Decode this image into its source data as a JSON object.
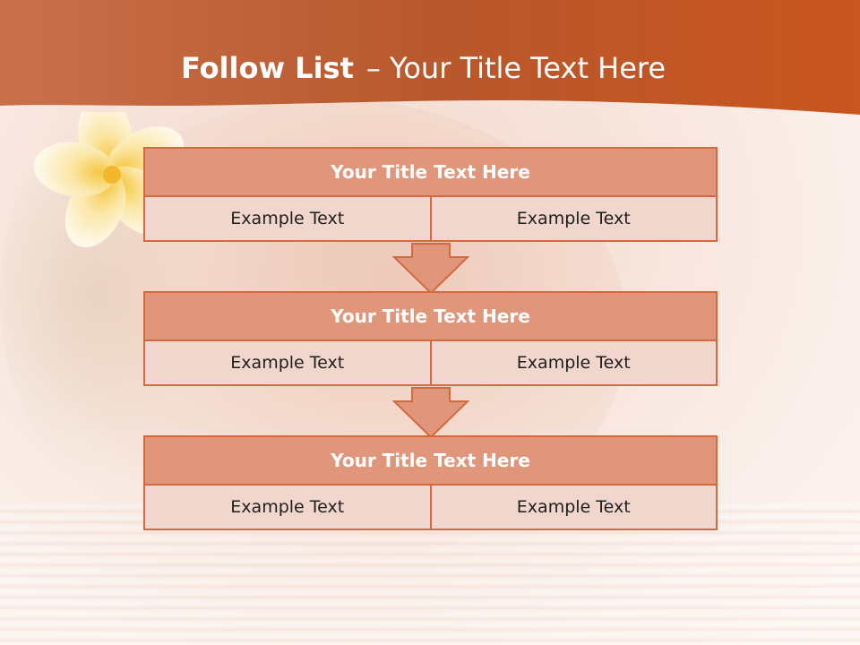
{
  "slide": {
    "title_bold": "Follow List",
    "title_rest": "– Your Title Text Here"
  },
  "blocks": [
    {
      "title": "Your Title Text Here",
      "left": "Example Text",
      "right": "Example Text"
    },
    {
      "title": "Your Title Text Here",
      "left": "Example Text",
      "right": "Example Text"
    },
    {
      "title": "Your Title Text Here",
      "left": "Example Text",
      "right": "Example Text"
    }
  ],
  "colors": {
    "header_band": "#c95a2a",
    "block_title_fill": "#e0967a",
    "block_border": "#d4683f",
    "cell_fill": "#f1d6ce",
    "arrow_fill": "#e0967a"
  },
  "icons": [
    "flower-icon",
    "down-arrow-icon"
  ]
}
